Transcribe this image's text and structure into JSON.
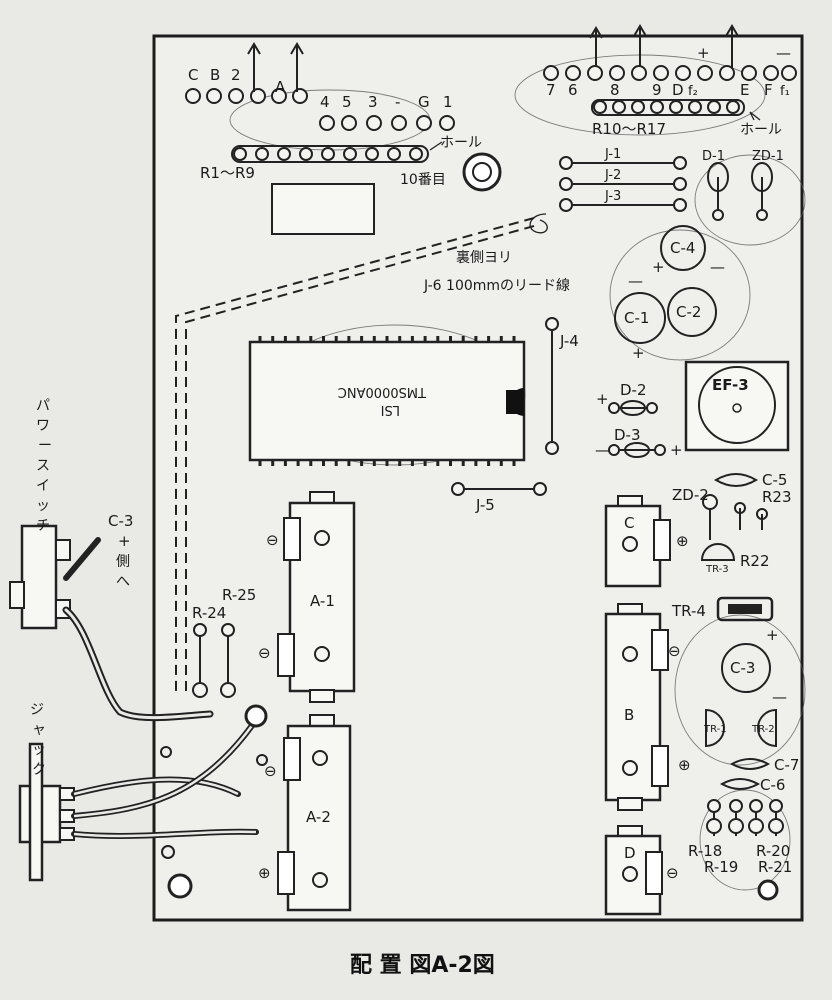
{
  "caption": "配 置 図A-2図",
  "top_header_left": {
    "c": "C",
    "b": "B",
    "two": "2",
    "a": "A"
  },
  "top_header_mid": {
    "n4": "4",
    "n5": "5",
    "n3": "3",
    "dash": "-",
    "g": "G",
    "one": "1"
  },
  "top_header_right": {
    "n7": "7",
    "n6": "6",
    "n8": "8",
    "n9": "9",
    "d": "D",
    "f2": "f₂",
    "e": "E",
    "f": "F",
    "f1": "f₁",
    "plus": "+",
    "minus": "—"
  },
  "resistors": {
    "r1_r9": "R1～R9",
    "r10_r17": "R10～R17",
    "r22": "R22",
    "r23": "R23",
    "r24": "R-24",
    "r25": "R-25",
    "r18": "R-18",
    "r19": "R-19",
    "r20": "R-20",
    "r21": "R-21"
  },
  "hole_labels": {
    "hole_left": "ホール",
    "hole_right": "ホール",
    "pin1": "10番目"
  },
  "jumpers": {
    "j1": "J-1",
    "j2": "J-2",
    "j3": "J-3",
    "j4": "J-4",
    "j5": "J-5"
  },
  "back_note": {
    "line1": "裏側ヨリ",
    "line2": "J-6 100mmのリード線"
  },
  "diodes": {
    "d1": "D-1",
    "zd1": "ZD-1",
    "d2": "D-2",
    "d3": "D-3",
    "zd2": "ZD-2"
  },
  "capacitors": {
    "c1": "C-1",
    "c2": "C-2",
    "c3": "C-3",
    "c4": "C-4",
    "c5": "C-5",
    "c6": "C-6",
    "c7": "C-7"
  },
  "filter": "EF-3",
  "lsi": {
    "line1": "LSI",
    "line2": "TMS0000ANC"
  },
  "transistors": {
    "tr1": "TR-1",
    "tr2": "TR-2",
    "tr3": "TR-3",
    "tr4": "TR-4"
  },
  "batteries": {
    "a1": "A-1",
    "a2": "A-2",
    "b": "B",
    "c": "C",
    "d": "D"
  },
  "side_labels": {
    "power_switch": [
      "パ",
      "ワ",
      "ー",
      "ス",
      "イ",
      "ッ",
      "チ"
    ],
    "jack": [
      "ジ",
      "ャ",
      "ッ",
      "ク"
    ],
    "c3_note": [
      "C-3",
      "+",
      "側",
      "へ"
    ]
  },
  "colors": {
    "paper": "#e9e9e6",
    "ink": "#222222"
  }
}
